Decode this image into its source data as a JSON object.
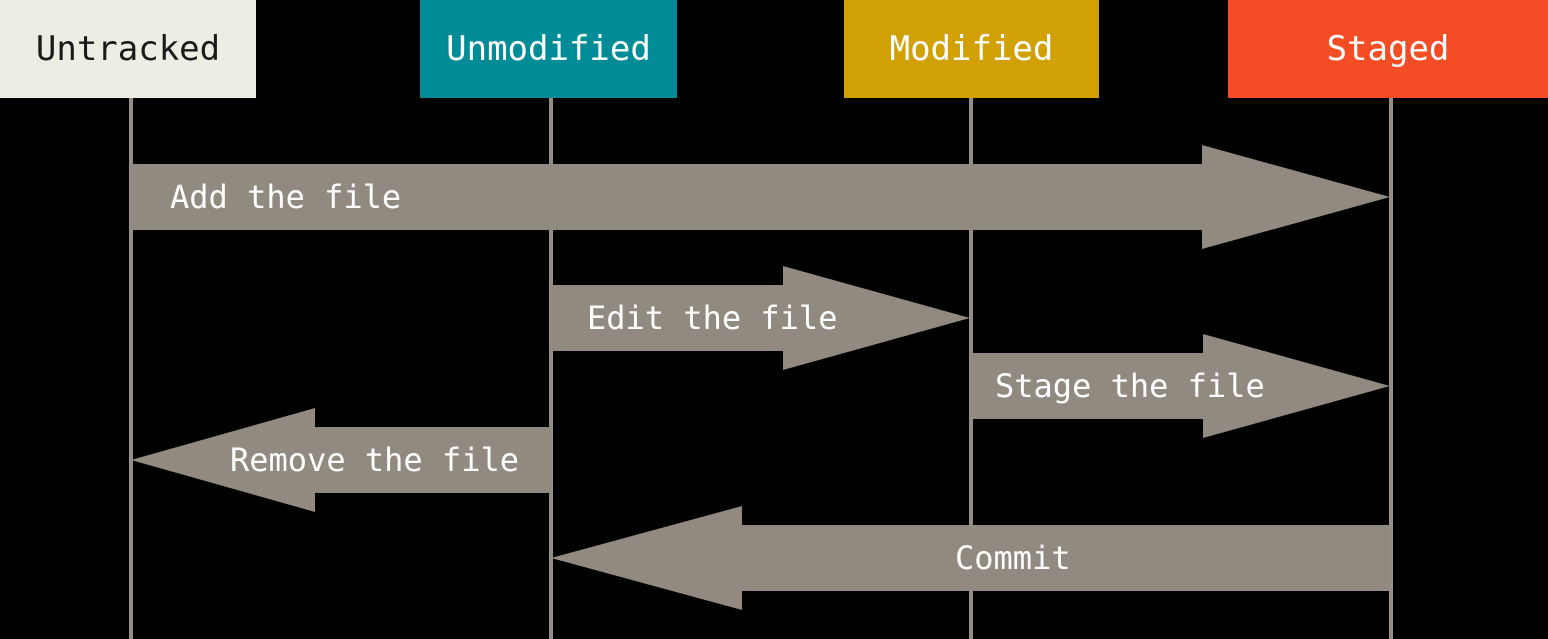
{
  "diagram": {
    "description": "Git file status lifecycle state diagram",
    "columns": [
      {
        "label": "Untracked",
        "color": "#eeede3",
        "text_color": "#1a1a1a"
      },
      {
        "label": "Unmodified",
        "color": "#008c96",
        "text_color": "#ffffff"
      },
      {
        "label": "Modified",
        "color": "#d0a004",
        "text_color": "#ffffff"
      },
      {
        "label": "Staged",
        "color": "#f44d26",
        "text_color": "#ffffff"
      }
    ],
    "transitions": [
      {
        "label": "Add the file",
        "from": "Untracked",
        "to": "Staged",
        "direction": "right"
      },
      {
        "label": "Edit the file",
        "from": "Unmodified",
        "to": "Modified",
        "direction": "right"
      },
      {
        "label": "Stage the file",
        "from": "Modified",
        "to": "Staged",
        "direction": "right"
      },
      {
        "label": "Remove the file",
        "from": "Unmodified",
        "to": "Untracked",
        "direction": "left"
      },
      {
        "label": "Commit",
        "from": "Staged",
        "to": "Unmodified",
        "direction": "left"
      }
    ],
    "colors": {
      "background": "#000000",
      "arrow": "#918a80",
      "lifeline": "#948d85",
      "arrow_text": "#ffffff"
    }
  }
}
